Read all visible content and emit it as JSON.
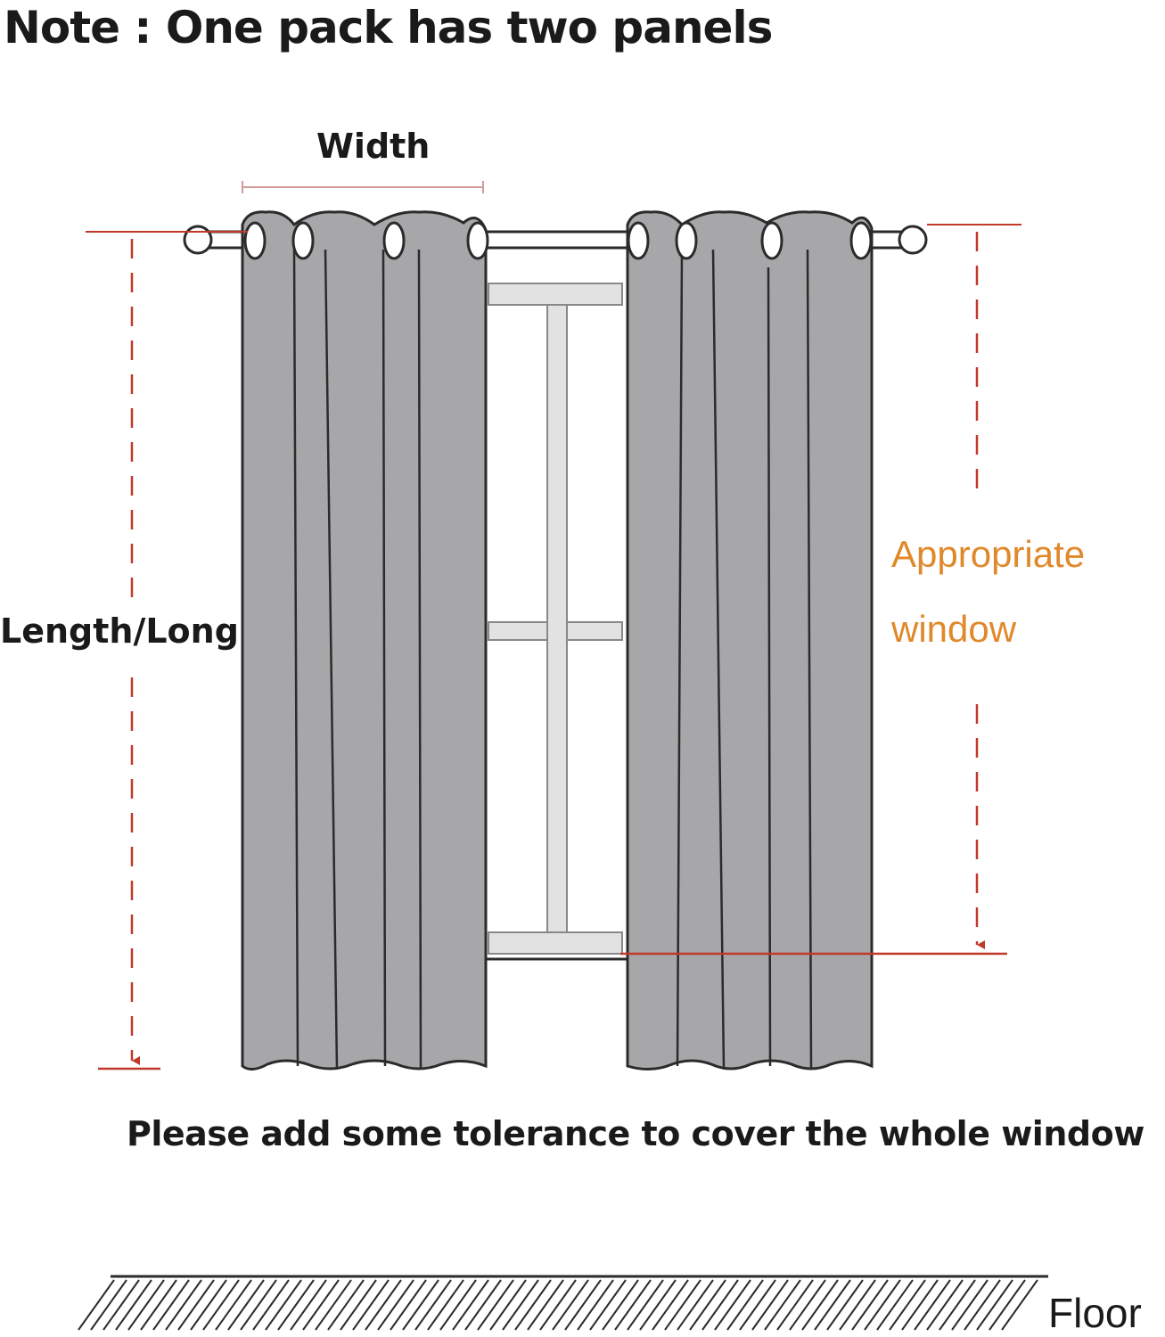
{
  "title": "Note : One pack has two panels",
  "labels": {
    "width": "Width",
    "length": "Length/Long",
    "appropriate": "Appropriate",
    "window": "window",
    "tolerance": "Please add some tolerance to cover the whole window",
    "floor": "Floor"
  },
  "colors": {
    "curtain_fill": "#a7a7a9",
    "outline": "#2b2b2b",
    "dimension_red": "#c0392b",
    "accent_orange": "#e0892b",
    "window_frame": "#e2e2e2"
  }
}
